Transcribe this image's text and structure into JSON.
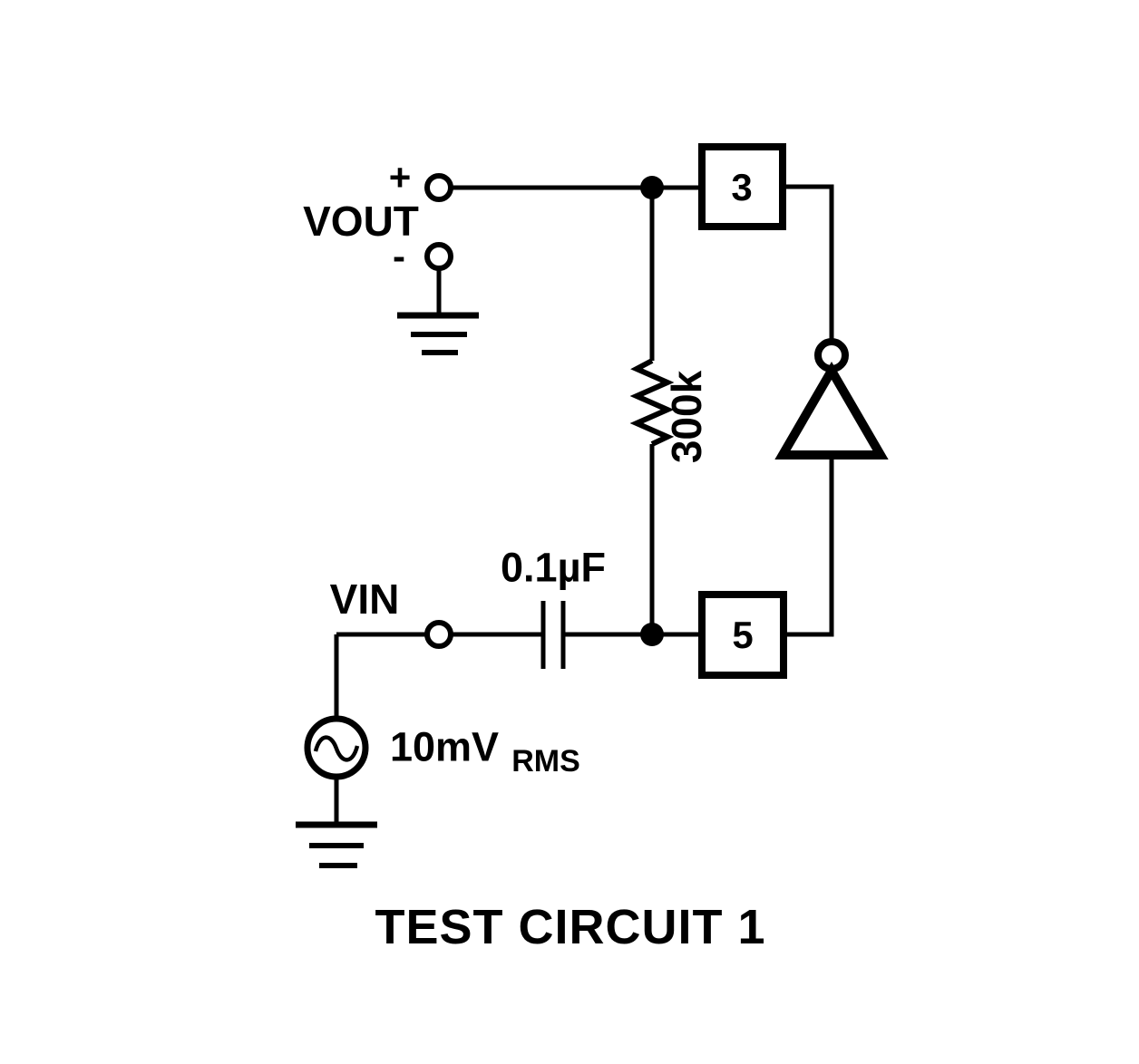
{
  "diagram": {
    "title": "TEST CIRCUIT 1",
    "output": {
      "label": "VOUT",
      "plus_sign": "+",
      "minus_sign": "-"
    },
    "input": {
      "label": "VIN"
    },
    "components": {
      "capacitor_value": "0.1µF",
      "resistor_value": "300k",
      "source_value": "10mV",
      "source_value_subscript": "RMS",
      "pin_top": "3",
      "pin_bottom": "5"
    },
    "colors": {
      "ink": "#000000",
      "background": "#ffffff"
    }
  }
}
